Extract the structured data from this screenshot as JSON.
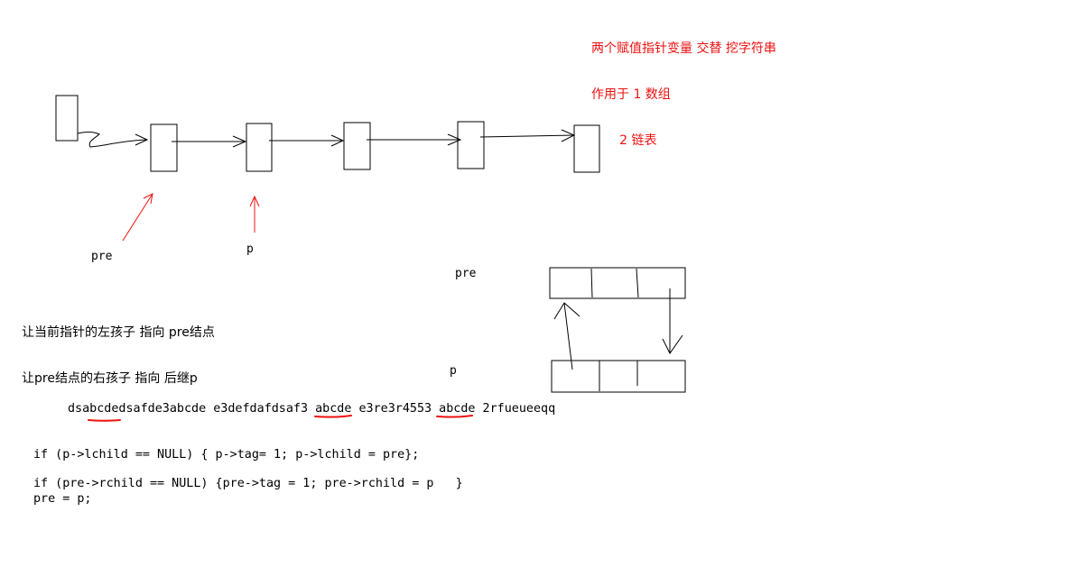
{
  "note": {
    "line1": "两个赋值指针变量 交替 挖字符串",
    "line2": "作用于 1 数组",
    "line3": "       2 链表"
  },
  "labels": {
    "pre_top": "pre",
    "p_top": "p",
    "pre_mid": "pre",
    "p_mid": "p"
  },
  "desc": {
    "line1": "让当前指针的左孩子 指向 pre结点",
    "line2": "让pre结点的右孩子 指向 后继p"
  },
  "example_string": "dsabcdedsafde3abcde e3defdafdsaf3 abcde e3re3r4553 abcde 2rfueueeqq",
  "code": {
    "line1": "if (p->lchild == NULL) { p->tag= 1; p->lchild = pre};",
    "line2": "if (pre->rchild == NULL) {pre->tag = 1; pre->rchild = p   }",
    "line3": "pre = p;"
  },
  "colors": {
    "ink": "#000000",
    "annotation": "#ee1111",
    "background": "#ffffff"
  }
}
